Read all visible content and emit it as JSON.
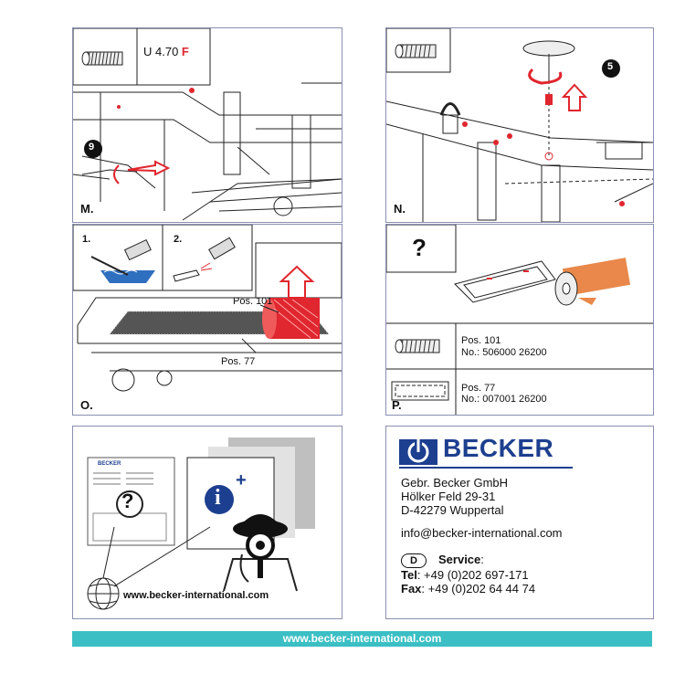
{
  "panels": {
    "m": {
      "label": "M.",
      "code_text": "U 4.70 ",
      "code_suffix": "F",
      "step_number": "9"
    },
    "n": {
      "label": "N.",
      "step_number": "5"
    },
    "o": {
      "label": "O.",
      "step1": "1.",
      "step2": "2.",
      "pos_top": "Pos. 101",
      "pos_bottom": "Pos. 77"
    },
    "p": {
      "label": "P.",
      "question": "?",
      "part1_pos": "Pos. 101",
      "part1_no": "No.: 506000 26200",
      "part2_pos": "Pos. 77",
      "part2_no": "No.: 007001 26200"
    }
  },
  "info_panel": {
    "question": "?",
    "info_letter": "i",
    "plus": "+",
    "url": "www.becker-international.com",
    "doc_brand": "BECKER"
  },
  "contact": {
    "brand": "BECKER",
    "company": "Gebr. Becker GmbH",
    "street": "Hölker Feld 29-31",
    "city": "D-42279 Wuppertal",
    "email": "info@becker-international.com",
    "country_code": "D",
    "service_label": "Service",
    "service_colon": ":",
    "tel_label": "Tel",
    "tel_value": ":  +49 (0)202 697-171",
    "fax_label": "Fax",
    "fax_value": ": +49 (0)202 64 44 74"
  },
  "footer": {
    "url": "www.becker-international.com"
  },
  "colors": {
    "brand_blue": "#1d3f8f",
    "accent_red": "#e0262e",
    "footer_teal": "#3bbfc4",
    "frame": "#8a8fb0"
  }
}
